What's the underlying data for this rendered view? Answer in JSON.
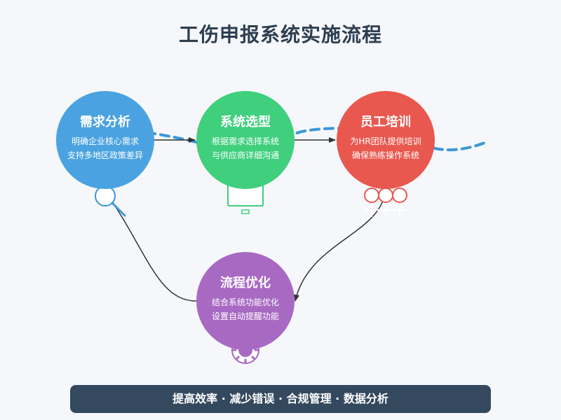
{
  "title": "工伤申报系统实施流程",
  "steps": [
    {
      "name": "需求分析",
      "desc1": "明确企业核心需求",
      "desc2": "支持多地区政策差异",
      "color": "#4aa3e0",
      "icon": "magnifier-icon"
    },
    {
      "name": "系统选型",
      "desc1": "根据需求选择系统",
      "desc2": "与供应商详细沟通",
      "color": "#3fcf7d",
      "icon": "monitor-icon"
    },
    {
      "name": "员工培训",
      "desc1": "为HR团队提供培训",
      "desc2": "确保熟练操作系统",
      "color": "#e8584f",
      "icon": "people-icon"
    },
    {
      "name": "流程优化",
      "desc1": "结合系统功能优化",
      "desc2": "设置自动提醒功能",
      "color": "#a869c3",
      "icon": "gear-icon"
    }
  ],
  "footer": "提高效率 · 减少错误 · 合规管理 · 数据分析",
  "colors": {
    "title": "#2c3e50",
    "footer_bg": "#34495e",
    "arrow": "#333333",
    "dashed_wave": "#3a97d8",
    "background": "#f5f7fa"
  }
}
